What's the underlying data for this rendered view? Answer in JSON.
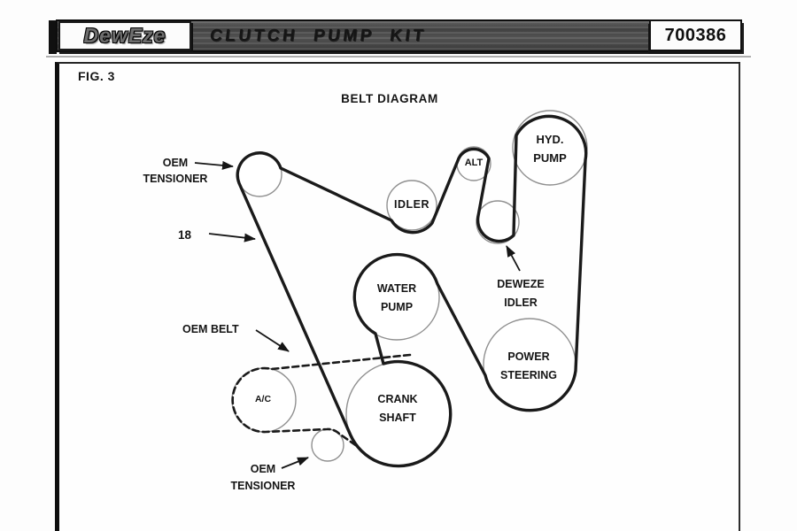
{
  "header": {
    "logo": "DewEze",
    "title": "CLUTCH PUMP KIT",
    "part_number": "700386"
  },
  "figure": {
    "label": "FIG. 3",
    "title": "BELT DIAGRAM"
  },
  "pulleys": {
    "oem_tensioner_top": {
      "line1": "OEM",
      "line2": "TENSIONER"
    },
    "idler": {
      "label": "IDLER"
    },
    "alt": {
      "label": "ALT"
    },
    "hyd_pump": {
      "line1": "HYD.",
      "line2": "PUMP"
    },
    "deweze_idler": {
      "line1": "DEWEZE",
      "line2": "IDLER"
    },
    "water_pump": {
      "line1": "WATER",
      "line2": "PUMP"
    },
    "power_steering": {
      "line1": "POWER",
      "line2": "STEERING"
    },
    "crank_shaft": {
      "line1": "CRANK",
      "line2": "SHAFT"
    },
    "ac": {
      "label": "A/C"
    },
    "oem_tensioner_bottom": {
      "line1": "OEM",
      "line2": "TENSIONER"
    }
  },
  "annotations": {
    "belt_ref": "18",
    "oem_belt": "OEM BELT"
  },
  "colors": {
    "belt": "#1a1a1a",
    "pulley_outline": "#909090",
    "header_bar": "#454545",
    "text": "#151515"
  }
}
